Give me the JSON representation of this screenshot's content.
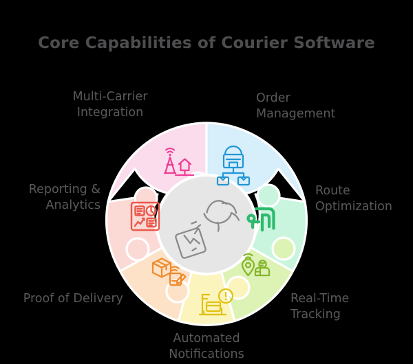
{
  "title": "Core Capabilities of Courier Software",
  "theme": {
    "background": "#000000",
    "title_color": "#4d4d4f",
    "label_color": "#595959",
    "hub_fill": "#e6e6e6",
    "hub_stroke": "#ffffff",
    "hub_icon_color": "#8a8a8a",
    "segment_divider": "#ffffff"
  },
  "center": {
    "icon": "dove-carrying-package-icon",
    "icon_color": "#8a8a8a"
  },
  "segments": [
    {
      "id": "multi-carrier-integration",
      "label": "Multi-Carrier\nIntegration",
      "fill": "#fbdcec",
      "icon": "antenna-tower-house-icon",
      "icon_color": "#ef3d96",
      "position": "top-left"
    },
    {
      "id": "order-management",
      "label": "Order\nManagement",
      "fill": "#d7eefb",
      "icon": "warehouse-distribution-icon",
      "icon_color": "#2196d6",
      "position": "top-right"
    },
    {
      "id": "route-optimization",
      "label": "Route\nOptimization",
      "fill": "#c9f5de",
      "icon": "route-arrow-icon",
      "icon_color": "#2dba6d",
      "position": "right"
    },
    {
      "id": "real-time-tracking",
      "label": "Real-Time\nTracking",
      "fill": "#ddf2b5",
      "icon": "gps-pin-courier-icon",
      "icon_color": "#84b52b",
      "position": "bottom-right"
    },
    {
      "id": "automated-notifications",
      "label": "Automated\nNotifications",
      "fill": "#fcf4bd",
      "icon": "notification-alert-document-icon",
      "icon_color": "#e0c213",
      "position": "bottom"
    },
    {
      "id": "proof-of-delivery",
      "label": "Proof of Delivery",
      "fill": "#fde2c8",
      "icon": "package-signature-icon",
      "icon_color": "#f08a2c",
      "position": "bottom-left"
    },
    {
      "id": "reporting-analytics",
      "label": "Reporting &\nAnalytics",
      "fill": "#fbd9d5",
      "icon": "analytics-dashboard-icon",
      "icon_color": "#e9594b",
      "position": "left"
    }
  ]
}
